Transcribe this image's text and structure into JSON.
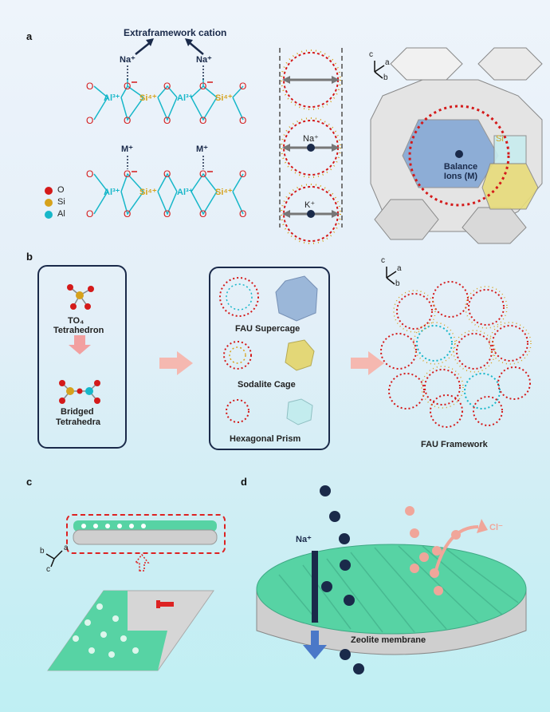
{
  "panel_a": {
    "letter": "a",
    "extraframework_label": "Extraframework cation",
    "na_label": "Na⁺",
    "m_label": "M⁺",
    "al_label": "Al³⁺",
    "si_label": "Si⁴⁺",
    "o_label": "O",
    "legend": [
      {
        "label": "O",
        "color": "#d41a1a"
      },
      {
        "label": "Si",
        "color": "#d6a21c"
      },
      {
        "label": "Al",
        "color": "#17b7c9"
      }
    ],
    "ring_na": "Na⁺",
    "ring_k": "K⁺",
    "axis": {
      "c": "c",
      "a": "a",
      "b": "b"
    },
    "si_tag": "Si",
    "balance_ions": "Balance\nIons (M)"
  },
  "panel_b": {
    "letter": "b",
    "to4": "TO₄",
    "tetrahedron": "Tetrahedron",
    "bridged": "Bridged",
    "tetrahedra": "Tetrahedra",
    "supercage": "FAU Supercage",
    "sodalite": "Sodalite Cage",
    "prism": "Hexagonal Prism",
    "framework": "FAU Framework",
    "axis": {
      "c": "c",
      "a": "a",
      "b": "b"
    }
  },
  "panel_c": {
    "letter": "c",
    "axis": {
      "b": "b",
      "a": "a",
      "c": "c"
    }
  },
  "panel_d": {
    "letter": "d",
    "na": "Na⁺",
    "cl": "Cl⁻",
    "membrane": "Zeolite membrane"
  },
  "colors": {
    "oxygen": "#d41a1a",
    "silicon": "#d6a21c",
    "aluminum": "#17b7c9",
    "navy": "#1a2a4a",
    "membrane_green": "#57d3a4",
    "chloride": "#f0a69a"
  }
}
